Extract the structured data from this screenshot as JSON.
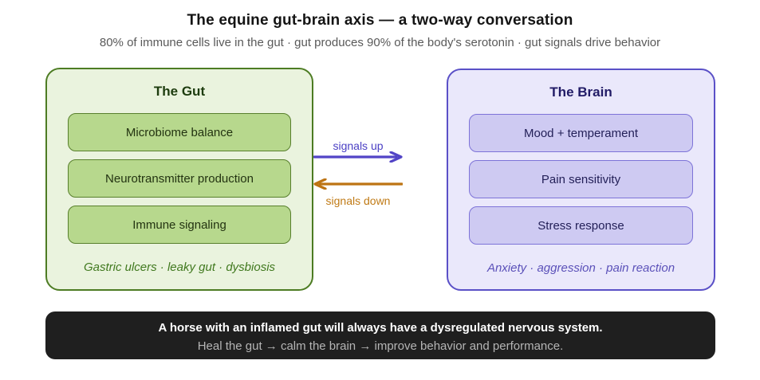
{
  "header": {
    "title": "The equine gut-brain axis — a two-way conversation",
    "subtitle": "80% of immune cells live in the gut · gut produces 90% of the body's serotonin · gut signals drive behavior"
  },
  "gut": {
    "title": "The Gut",
    "items": [
      "Microbiome balance",
      "Neurotransmitter production",
      "Immune signaling"
    ],
    "caption": "Gastric ulcers · leaky gut · dysbiosis",
    "colors": {
      "panel_fill": "#eaf3de",
      "panel_border": "#4d7c23",
      "item_fill": "#b7d88d",
      "item_border": "#587f2c",
      "title_text": "#1d3c0e",
      "caption_text": "#41791f"
    }
  },
  "brain": {
    "title": "The Brain",
    "items": [
      "Mood + temperament",
      "Pain sensitivity",
      "Stress response"
    ],
    "caption": "Anxiety · aggression · pain reaction",
    "colors": {
      "panel_fill": "#eae8fb",
      "panel_border": "#5a50c7",
      "item_fill": "#cecaf2",
      "item_border": "#7d73d8",
      "title_text": "#211b66",
      "caption_text": "#5b51b9"
    }
  },
  "arrows": {
    "up_label": "signals up",
    "down_label": "signals down",
    "up_color": "#5244c6",
    "down_color": "#bd7413"
  },
  "footer": {
    "headline": "A horse with an inflamed gut will always have a dysregulated nervous system.",
    "subtext": "Heal the gut → calm the brain → improve behavior and performance.",
    "bg_color": "#1f1f1f"
  }
}
